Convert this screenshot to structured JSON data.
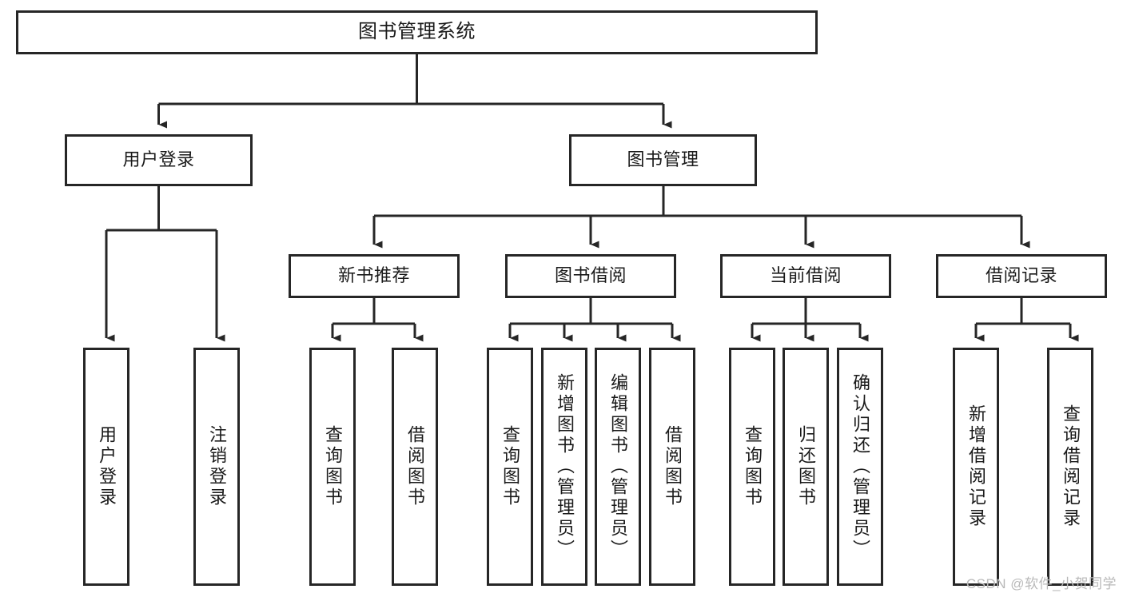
{
  "diagram": {
    "title": "图书管理系统",
    "type": "hierarchy-tree",
    "orientation": "top-down",
    "colors": {
      "stroke": "#262626",
      "box_fill": "#ffffff",
      "text": "#1a1a1a",
      "background": "#ffffff",
      "watermark": "#b9b9b9"
    },
    "nodes": {
      "root": {
        "label": "图书管理系统",
        "level": 0
      },
      "n_user_login": {
        "label": "用户登录",
        "level": 1
      },
      "n_book_mgmt": {
        "label": "图书管理",
        "level": 1
      },
      "n_new_book_rec": {
        "label": "新书推荐",
        "level": 2
      },
      "n_book_borrow": {
        "label": "图书借阅",
        "level": 2
      },
      "n_current_borrow": {
        "label": "当前借阅",
        "level": 2
      },
      "n_borrow_record": {
        "label": "借阅记录",
        "level": 2
      },
      "l_user_login": {
        "label": "用户登录",
        "level": 3
      },
      "l_logout": {
        "label": "注销登录",
        "level": 3
      },
      "l_query_book_1": {
        "label": "查询图书",
        "level": 3
      },
      "l_borrow_book_1": {
        "label": "借阅图书",
        "level": 3
      },
      "l_query_book_2": {
        "label": "查询图书",
        "level": 3
      },
      "l_add_book": {
        "label": "新增图书（管理员）",
        "level": 3
      },
      "l_edit_book": {
        "label": "编辑图书（管理员）",
        "level": 3
      },
      "l_borrow_book_2": {
        "label": "借阅图书",
        "level": 3
      },
      "l_query_book_3": {
        "label": "查询图书",
        "level": 3
      },
      "l_return_book": {
        "label": "归还图书",
        "level": 3
      },
      "l_confirm_return": {
        "label": "确认归还（管理员）",
        "level": 3
      },
      "l_add_record": {
        "label": "新增借阅记录",
        "level": 3
      },
      "l_query_record": {
        "label": "查询借阅记录",
        "level": 3
      }
    },
    "edges": [
      {
        "from": "root",
        "to": "n_user_login"
      },
      {
        "from": "root",
        "to": "n_book_mgmt"
      },
      {
        "from": "n_user_login",
        "to": "l_user_login"
      },
      {
        "from": "n_user_login",
        "to": "l_logout"
      },
      {
        "from": "n_book_mgmt",
        "to": "n_new_book_rec"
      },
      {
        "from": "n_book_mgmt",
        "to": "n_book_borrow"
      },
      {
        "from": "n_book_mgmt",
        "to": "n_current_borrow"
      },
      {
        "from": "n_book_mgmt",
        "to": "n_borrow_record"
      },
      {
        "from": "n_new_book_rec",
        "to": "l_query_book_1"
      },
      {
        "from": "n_new_book_rec",
        "to": "l_borrow_book_1"
      },
      {
        "from": "n_book_borrow",
        "to": "l_query_book_2"
      },
      {
        "from": "n_book_borrow",
        "to": "l_add_book"
      },
      {
        "from": "n_book_borrow",
        "to": "l_edit_book"
      },
      {
        "from": "n_book_borrow",
        "to": "l_borrow_book_2"
      },
      {
        "from": "n_current_borrow",
        "to": "l_query_book_3"
      },
      {
        "from": "n_current_borrow",
        "to": "l_return_book"
      },
      {
        "from": "n_current_borrow",
        "to": "l_confirm_return"
      },
      {
        "from": "n_borrow_record",
        "to": "l_add_record"
      },
      {
        "from": "n_borrow_record",
        "to": "l_query_record"
      }
    ]
  },
  "watermark": {
    "text": "CSDN @软件_小贺同学"
  }
}
